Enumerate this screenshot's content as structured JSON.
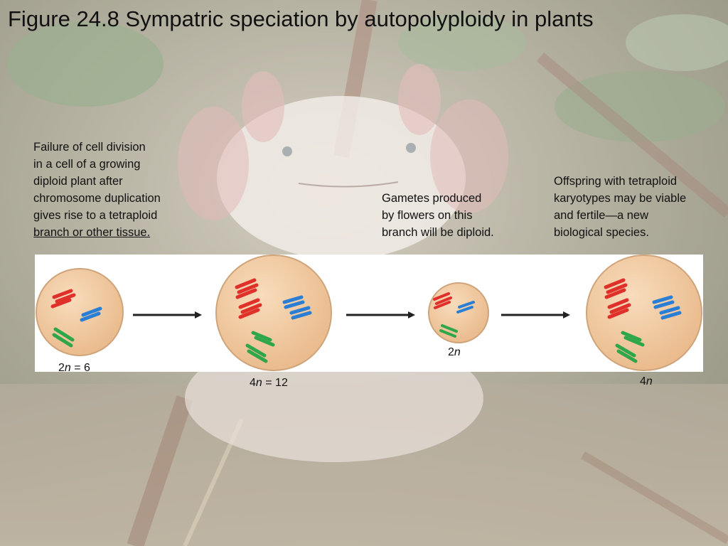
{
  "slide": {
    "title": "Figure 24.8 Sympatric speciation by autopolyploidy in plants"
  },
  "captions": {
    "failure": {
      "lines": [
        "Failure of cell division",
        "in a cell of a growing",
        "diploid plant after",
        "chromosome duplication",
        "gives rise to a tetraploid",
        "branch or other tissue."
      ]
    },
    "gametes": {
      "lines": [
        "Gametes produced",
        "by flowers on this",
        "branch will be diploid."
      ]
    },
    "offspring": {
      "lines": [
        "Offspring with tetraploid",
        "karyotypes may be viable",
        "and fertile—a new",
        "biological species."
      ]
    }
  },
  "cells": [
    {
      "label_num": "2",
      "label_var": "n",
      "label_rest": " = 6"
    },
    {
      "label_num": "4",
      "label_var": "n",
      "label_rest": " = 12"
    },
    {
      "label_num": "2",
      "label_var": "n",
      "label_rest": ""
    },
    {
      "label_num": "4",
      "label_var": "n",
      "label_rest": ""
    }
  ],
  "colors": {
    "chromosome_red": "#e0302a",
    "chromosome_blue": "#2a7fd4",
    "chromosome_green": "#2fa64a",
    "cell_fill": "#f1c99c",
    "arrow": "#222222"
  }
}
